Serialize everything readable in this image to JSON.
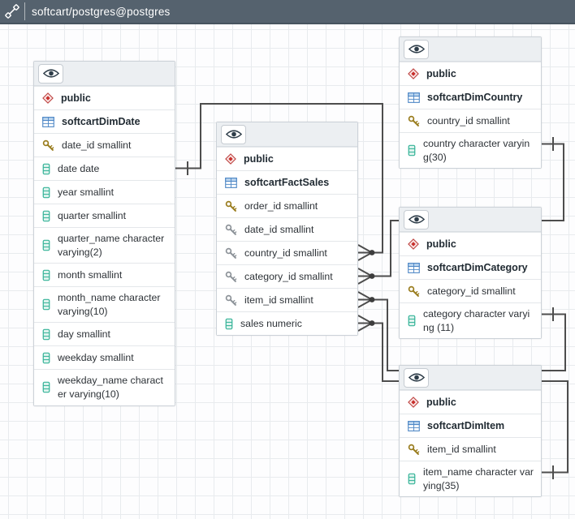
{
  "header": {
    "title": "softcart/postgres@postgres"
  },
  "colors": {
    "header_bg": "#55626e",
    "relation_line": "#4d4d4d",
    "primary_key_icon": "#f2c939",
    "foreign_key_icon": "#d9d9d9",
    "schema_icon": "#c9302c",
    "table_icon": "#4f88c6",
    "column_icon": "#35b398"
  },
  "tables": [
    {
      "schema": "public",
      "name": "softcartDimDate",
      "columns": [
        {
          "label": "date_id smallint",
          "icon": "primary-key"
        },
        {
          "label": "date date",
          "icon": "column"
        },
        {
          "label": "year smallint",
          "icon": "column"
        },
        {
          "label": "quarter smallint",
          "icon": "column"
        },
        {
          "label": "quarter_name character varying(2)",
          "icon": "column"
        },
        {
          "label": "month smallint",
          "icon": "column"
        },
        {
          "label": "month_name character varying(10)",
          "icon": "column"
        },
        {
          "label": "day smallint",
          "icon": "column"
        },
        {
          "label": "weekday smallint",
          "icon": "column"
        },
        {
          "label": "weekday_name character varying(10)",
          "icon": "column"
        }
      ]
    },
    {
      "schema": "public",
      "name": "softcartFactSales",
      "columns": [
        {
          "label": "order_id smallint",
          "icon": "primary-key"
        },
        {
          "label": "date_id smallint",
          "icon": "foreign-key"
        },
        {
          "label": "country_id smallint",
          "icon": "foreign-key"
        },
        {
          "label": "category_id smallint",
          "icon": "foreign-key"
        },
        {
          "label": "item_id smallint",
          "icon": "foreign-key"
        },
        {
          "label": "sales numeric",
          "icon": "column"
        }
      ]
    },
    {
      "schema": "public",
      "name": "softcartDimCountry",
      "columns": [
        {
          "label": "country_id smallint",
          "icon": "primary-key"
        },
        {
          "label": "country character varying(30)",
          "icon": "column"
        }
      ]
    },
    {
      "schema": "public",
      "name": "softcartDimCategory",
      "columns": [
        {
          "label": "category_id smallint",
          "icon": "primary-key"
        },
        {
          "label": "category character varying (11)",
          "icon": "column"
        }
      ]
    },
    {
      "schema": "public",
      "name": "softcartDimItem",
      "columns": [
        {
          "label": "item_id smallint",
          "icon": "primary-key"
        },
        {
          "label": "item_name character varying(35)",
          "icon": "column"
        }
      ]
    }
  ],
  "relations": [
    {
      "from": "softcartFactSales.date_id",
      "to": "softcartDimDate.date_id",
      "type": "many-to-one"
    },
    {
      "from": "softcartFactSales.country_id",
      "to": "softcartDimCountry.country_id",
      "type": "many-to-one"
    },
    {
      "from": "softcartFactSales.category_id",
      "to": "softcartDimCategory.category_id",
      "type": "many-to-one"
    },
    {
      "from": "softcartFactSales.item_id",
      "to": "softcartDimItem.item_id",
      "type": "many-to-one"
    }
  ]
}
